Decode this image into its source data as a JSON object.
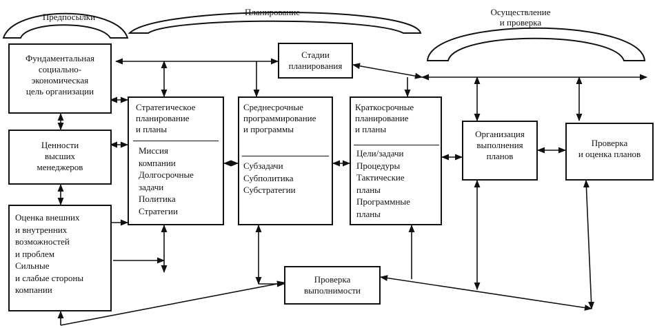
{
  "headers": {
    "prerequisites": "Предпосылки",
    "planning": "Планирование",
    "implementation": "Осуществление\nи проверка"
  },
  "boxes": {
    "fundamental_goal": "Фундаментальная\nсоциально-\nэкономическая\nцель организации",
    "values": "Ценности\nвысших\nменеджеров",
    "assessment": "Оценка внешних\nи внутренних\nвозможностей\nи проблем\nСильные\nи слабые стороны\nкомпании",
    "planning_stages": "Стадии\nпланирования",
    "strategic_head": "Стратегическое\nпланирование\nи планы",
    "strategic_items": "Миссия\nкомпании\nДолгосрочные\nзадачи\nПолитика\nСтратегии",
    "medium_head": "Среднесрочные\nпрограммирование\nи программы",
    "medium_items": "Субзадачи\nСубполитика\nСубстратегии",
    "short_head": "Краткосрочные\nпланирование\nи планы",
    "short_items": "Цели/задачи\nПроцедуры\nТактические\nпланы\nПрограммные\nпланы",
    "organization": "Организация\nвыполнения\nпланов",
    "check_eval": "Проверка\nи оценка планов",
    "feasibility": "Проверка\nвыполнимости"
  }
}
